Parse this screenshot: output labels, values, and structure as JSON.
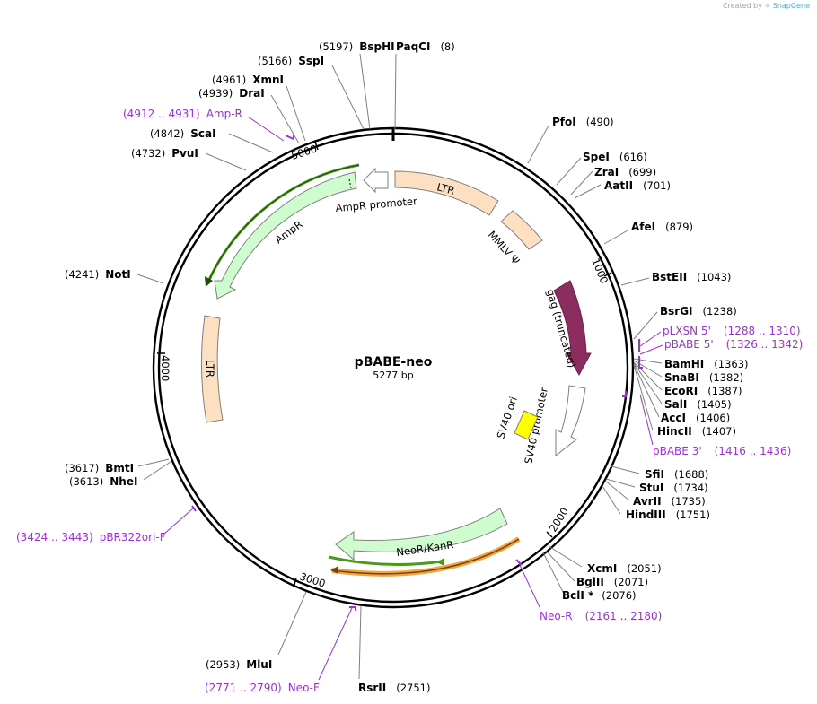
{
  "credit": {
    "created_by": "Created by",
    "brand": "SnapGene"
  },
  "plasmid": {
    "name": "pBABE-neo",
    "length_label": "5277 bp",
    "length": 5277
  },
  "colors": {
    "backbone": "#000000",
    "ltr": "#fde0c2",
    "ampr": "#cffccf",
    "gag": "#8b2d5e",
    "sv40_ori": "#ffff00",
    "neor": "#cffccf",
    "primer": "#9b30d9",
    "orf_green": "#4a9a1a",
    "orf_orange": "#f0a640",
    "outline": "#7f7f7f"
  },
  "ticks": [
    "5000",
    "1000",
    "2000",
    "3000",
    "4000"
  ],
  "sites": [
    {
      "pos": "(5197)",
      "name": "BspHI"
    },
    {
      "pos": "(8)",
      "name": "PaqCI"
    },
    {
      "pos": "(5166)",
      "name": "SspI"
    },
    {
      "pos": "(4961)",
      "name": "XmnI"
    },
    {
      "pos": "(4939)",
      "name": "DraI"
    },
    {
      "pos": "(4842)",
      "name": "ScaI"
    },
    {
      "pos": "(4732)",
      "name": "PvuI"
    },
    {
      "pos": "(490)",
      "name": "PfoI"
    },
    {
      "pos": "(616)",
      "name": "SpeI"
    },
    {
      "pos": "(699)",
      "name": "ZraI"
    },
    {
      "pos": "(701)",
      "name": "AatII"
    },
    {
      "pos": "(879)",
      "name": "AfeI"
    },
    {
      "pos": "(1043)",
      "name": "BstEII"
    },
    {
      "pos": "(1238)",
      "name": "BsrGI"
    },
    {
      "pos": "(1363)",
      "name": "BamHI"
    },
    {
      "pos": "(1382)",
      "name": "SnaBI"
    },
    {
      "pos": "(1387)",
      "name": "EcoRI"
    },
    {
      "pos": "(1405)",
      "name": "SalI"
    },
    {
      "pos": "(1406)",
      "name": "AccI"
    },
    {
      "pos": "(1407)",
      "name": "HincII"
    },
    {
      "pos": "(1688)",
      "name": "SfiI"
    },
    {
      "pos": "(1734)",
      "name": "StuI"
    },
    {
      "pos": "(1735)",
      "name": "AvrII"
    },
    {
      "pos": "(1751)",
      "name": "HindIII"
    },
    {
      "pos": "(2051)",
      "name": "XcmI"
    },
    {
      "pos": "(2071)",
      "name": "BglII"
    },
    {
      "pos": "(2076)",
      "name": "BclI *"
    },
    {
      "pos": "(4241)",
      "name": "NotI"
    },
    {
      "pos": "(3617)",
      "name": "BmtI"
    },
    {
      "pos": "(3613)",
      "name": "NheI"
    },
    {
      "pos": "(2953)",
      "name": "MluI"
    },
    {
      "pos": "(2751)",
      "name": "RsrII"
    }
  ],
  "primers": [
    {
      "range": "(4912 .. 4931)",
      "name": "Amp-R"
    },
    {
      "range": "(1288 .. 1310)",
      "name": "pLXSN 5'"
    },
    {
      "range": "(1326 .. 1342)",
      "name": "pBABE 5'"
    },
    {
      "range": "(1416 .. 1436)",
      "name": "pBABE 3'"
    },
    {
      "range": "(2161 .. 2180)",
      "name": "Neo-R"
    },
    {
      "range": "(3424 .. 3443)",
      "name": "pBR322ori-F"
    },
    {
      "range": "(2771 .. 2790)",
      "name": "Neo-F"
    }
  ],
  "features": {
    "ltr_top": "LTR",
    "mmlv_psi": "MMLV Ψ",
    "gag": "gag (truncated)",
    "sv40_ori": "SV40 ori",
    "sv40_promoter": "SV40 promoter",
    "neor": "NeoR/KanR",
    "ampr": "AmpR",
    "ampr_promoter": "AmpR promoter",
    "ltr_left": "LTR"
  }
}
